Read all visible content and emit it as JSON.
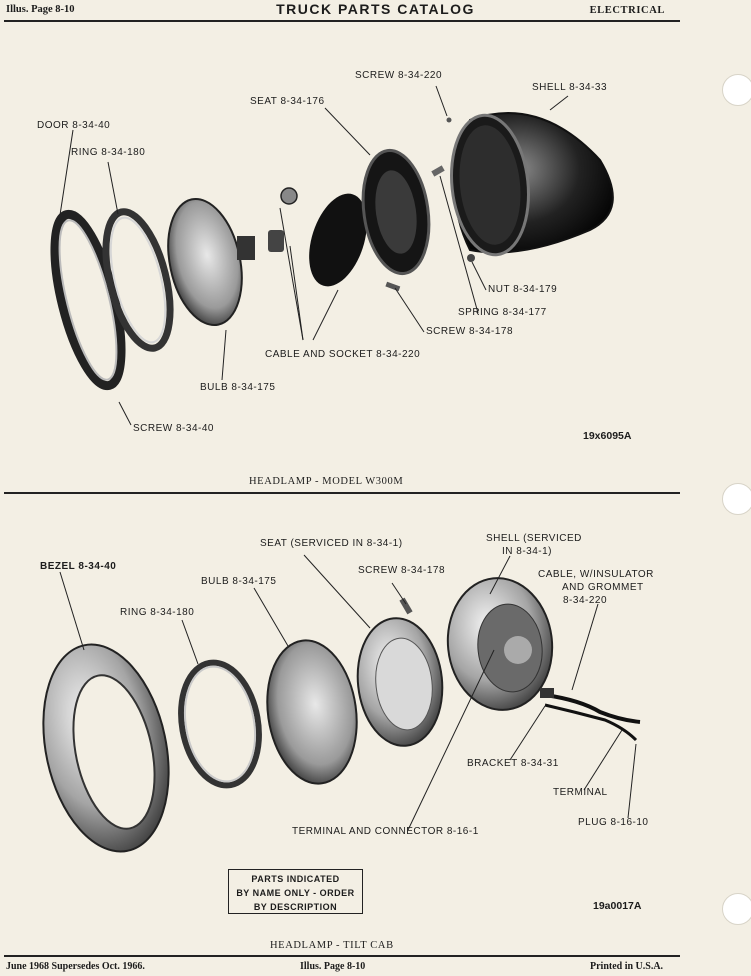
{
  "header": {
    "left": "Illus. Page 8-10",
    "title": "TRUCK PARTS CATALOG",
    "right": "ELECTRICAL"
  },
  "figure1": {
    "labels": {
      "screw_top": "SCREW 8-34-220",
      "shell": "SHELL 8-34-33",
      "seat": "SEAT 8-34-176",
      "door": "DOOR 8-34-40",
      "ring": "RING 8-34-180",
      "nut": "NUT 8-34-179",
      "spring": "SPRING 8-34-177",
      "screw_mid": "SCREW 8-34-178",
      "cable": "CABLE AND SOCKET 8-34-220",
      "bulb": "BULB 8-34-175",
      "screw_bottom": "SCREW 8-34-40"
    },
    "figure_number": "19x6095A",
    "caption": "HEADLAMP - MODEL W300M"
  },
  "figure2": {
    "labels": {
      "seat_line1": "SEAT (SERVICED IN 8-34-1)",
      "shell_line1": "SHELL (SERVICED",
      "shell_line2": "IN 8-34-1)",
      "bezel": "BEZEL 8-34-40",
      "screw": "SCREW 8-34-178",
      "bulb": "BULB 8-34-175",
      "cable_line1": "CABLE, W/INSULATOR",
      "cable_line2": "AND GROMMET",
      "cable_line3": "8-34-220",
      "ring": "RING 8-34-180",
      "bracket": "BRACKET 8-34-31",
      "terminal": "TERMINAL",
      "plug": "PLUG 8-16-10",
      "terminal_connector": "TERMINAL AND CONNECTOR 8-16-1"
    },
    "note": [
      "PARTS INDICATED",
      "BY NAME ONLY - ORDER",
      "BY DESCRIPTION"
    ],
    "figure_number": "19a0017A",
    "caption": "HEADLAMP - TILT CAB"
  },
  "footer": {
    "left": "June 1968 Supersedes Oct. 1966.",
    "center": "Illus. Page 8-10",
    "right": "Printed in U.S.A."
  }
}
